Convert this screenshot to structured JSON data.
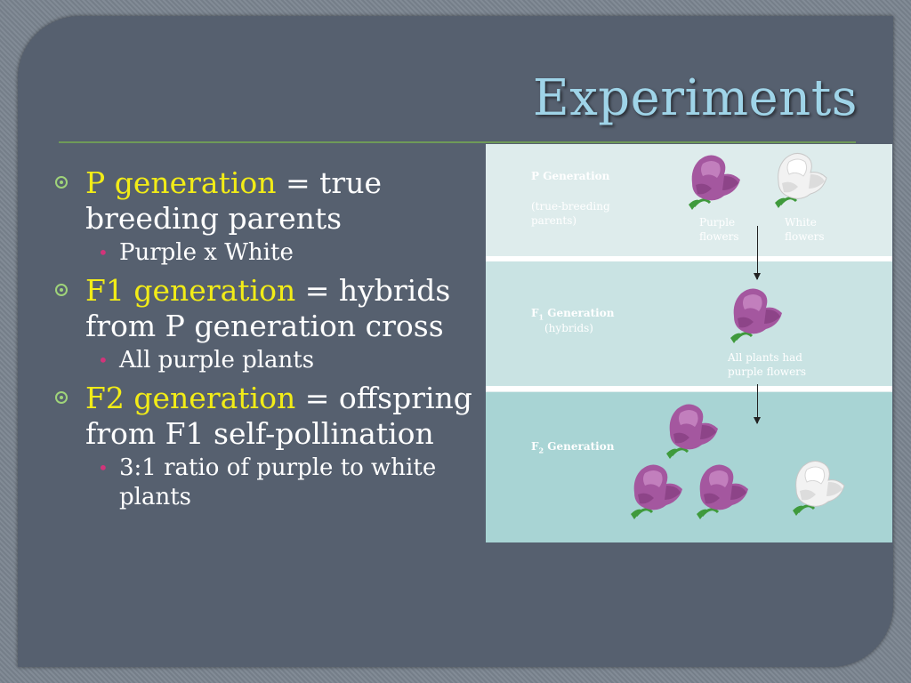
{
  "slide": {
    "title": "Experiments",
    "bullets": [
      {
        "term": "P generation",
        "rest": " = true breeding parents",
        "sub": "Purple x White"
      },
      {
        "term": "F1 generation",
        "rest": " = hybrids from P generation cross",
        "sub": "All purple plants"
      },
      {
        "term": "F2 generation",
        "rest": " = offspring from F1 self-pollination",
        "sub": "3:1 ratio of purple to white plants"
      }
    ]
  },
  "diagram": {
    "p_label": "P Generation",
    "p_sub": "(true-breeding parents)",
    "purple_label": "Purple flowers",
    "white_label": "White flowers",
    "f1_prefix": "F",
    "f1_subscript": "1",
    "f1_rest": " Generation",
    "f1_sub": "(hybrids)",
    "f1_note": "All plants had purple flowers",
    "f2_prefix": "F",
    "f2_subscript": "2",
    "f2_rest": " Generation"
  },
  "colors": {
    "slide_bg": "#56606f",
    "title": "#9fd4e8",
    "highlight": "#f2ec17",
    "bullet": "#9fd37a",
    "sub_bullet": "#d2347a",
    "purple_flower": "#a4579f",
    "white_flower": "#f2f2f2"
  },
  "icons": {
    "bullet": "circle-dot-icon",
    "sub_bullet": "dot-icon",
    "purple": "purple-flower-icon",
    "white": "white-flower-icon",
    "arrow": "down-arrow-icon"
  }
}
